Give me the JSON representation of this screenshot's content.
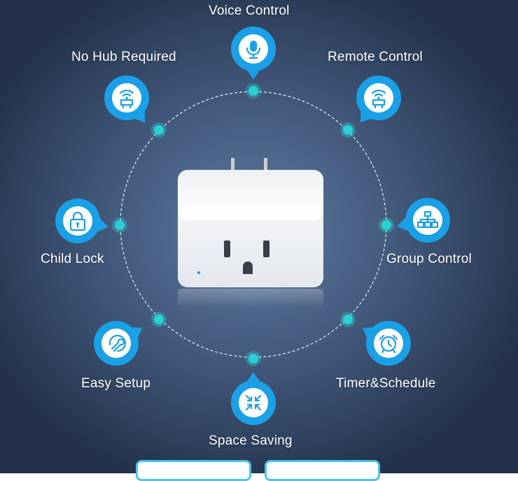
{
  "colors": {
    "badge_outer": "#1aa0e6",
    "badge_inner": "#ffffff",
    "node_fill": "#2ad0d4",
    "orbit": "#dbe6f3"
  },
  "features": [
    {
      "id": "voice-control",
      "label": "Voice Control",
      "icon": "microphone-icon"
    },
    {
      "id": "remote-control",
      "label": "Remote Control",
      "icon": "wifi-router-icon"
    },
    {
      "id": "group-control",
      "label": "Group Control",
      "icon": "network-tree-icon"
    },
    {
      "id": "timer-schedule",
      "label": "Timer&Schedule",
      "icon": "alarm-clock-icon"
    },
    {
      "id": "space-saving",
      "label": "Space Saving",
      "icon": "arrows-in-icon"
    },
    {
      "id": "easy-setup",
      "label": "Easy Setup",
      "icon": "wrench-gear-icon"
    },
    {
      "id": "child-lock",
      "label": "Child Lock",
      "icon": "padlock-icon"
    },
    {
      "id": "no-hub-required",
      "label": "No Hub Required",
      "icon": "wifi-router-icon"
    }
  ]
}
